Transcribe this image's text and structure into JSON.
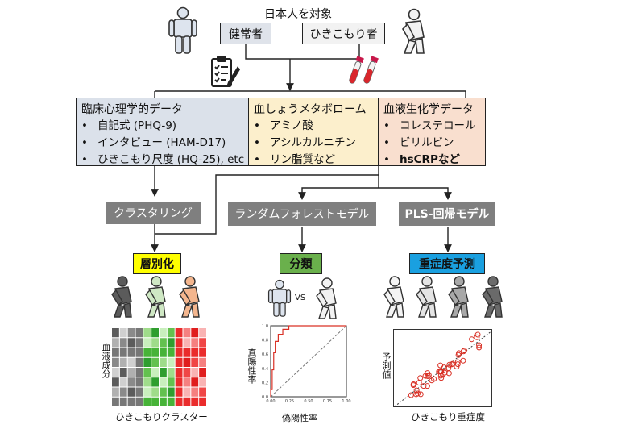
{
  "header": {
    "title": "日本人を対象",
    "group_healthy": "健常者",
    "group_hikikomori": "ひきこもり者"
  },
  "panels": {
    "clinical": {
      "title": "臨床心理学的データ",
      "items": [
        "自記式 (PHQ-9)",
        "インタビュー (HAM-D17)",
        "ひきこもり尺度 (HQ-25), etc"
      ],
      "color": "#dbe1ea"
    },
    "metabolome": {
      "title": "血しょうメタボローム",
      "items": [
        "アミノ酸",
        "アシルカルニチン",
        "リン脂質など"
      ],
      "color": "#fcefcc"
    },
    "biochem": {
      "title": "血液生化学データ",
      "items": [
        "コレステロール",
        "ビリルビン",
        "hsCRPなど"
      ],
      "color": "#f9dfcf"
    }
  },
  "methods": {
    "clustering": "クラスタリング",
    "random_forest": "ランダムフォレストモデル",
    "pls": "PLS-回帰モデル"
  },
  "outcomes": {
    "stratification": "層別化",
    "classification": "分類",
    "severity": "重症度予測",
    "colors": {
      "stratification": "#ffff00",
      "classification": "#6ab04c",
      "severity": "#1aa0e0"
    }
  },
  "results": {
    "vs_text": "VS",
    "heatmap_ylabel": "血液成分",
    "heatmap_xlabel": "ひきこもりクラスター",
    "roc_ylabel": "真陽性率",
    "roc_xlabel": "偽陽性率",
    "roc_y_ticks": [
      "1.0",
      "0.8",
      "0.6",
      "0.4",
      "0.2",
      "0.0"
    ],
    "roc_x_ticks": [
      "0.00",
      "0.25",
      "0.50",
      "0.75",
      "1.00"
    ],
    "scatter_ylabel": "予測値",
    "scatter_xlabel": "ひきこもり重症度"
  },
  "icons": [
    "clipboard-icon",
    "blood-tube-icon",
    "person-icon"
  ]
}
